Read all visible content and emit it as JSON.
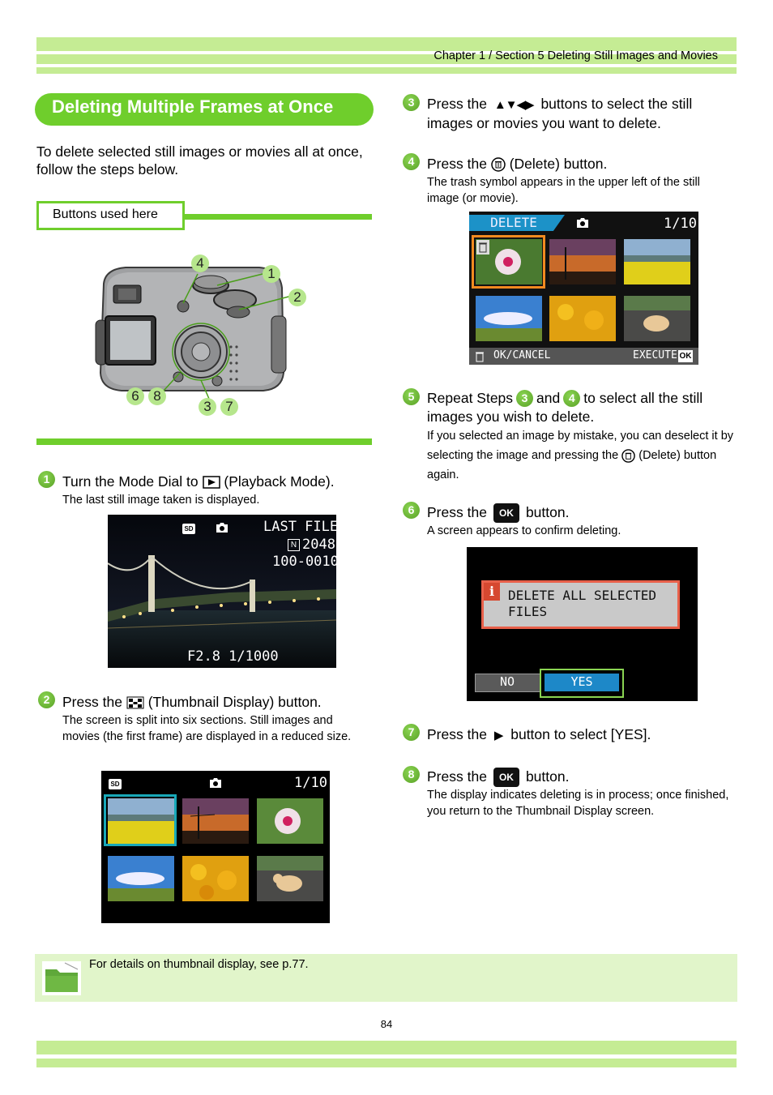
{
  "header": {
    "chapter": "Chapter  1 / Section 5  Deleting Still Images and Movies"
  },
  "title": "Deleting Multiple Frames at Once",
  "intro": "To delete selected still images or movies all at once, follow the steps below.",
  "buttons_used": "Buttons used here",
  "camera_labels": [
    "4",
    "1",
    "2",
    "6",
    "8",
    "3",
    "7"
  ],
  "steps": {
    "s1": {
      "num": "1",
      "pre": "Turn the Mode Dial to",
      "post": "(Playback Mode).",
      "sub": "The last still image taken is displayed."
    },
    "s2": {
      "num": "2",
      "pre": "Press the",
      "post": "(Thumbnail Display) button.",
      "sub": "The screen is split into six sections. Still images and movies (the first frame) are displayed in a reduced size."
    },
    "s3": {
      "num": "3",
      "pre": "Press the",
      "arrows": "▲▼◀▶",
      "post": "buttons to select the still images or movies you want to delete."
    },
    "s4": {
      "num": "4",
      "pre": "Press the",
      "post": "(Delete) button.",
      "sub": "The trash symbol appears in the upper left of the still image (or movie)."
    },
    "s5": {
      "num": "5",
      "pre": "Repeat Steps",
      "ref1": "3",
      "mid": "and",
      "ref2": "4",
      "post": "to select all the still images you wish to delete.",
      "sub_pre": "If you selected an image by mistake, you can deselect it by selecting the image and pressing the",
      "sub_post": "(Delete) button again."
    },
    "s6": {
      "num": "6",
      "pre": "Press the",
      "ok": "OK",
      "post": "button.",
      "sub": "A screen appears to confirm deleting."
    },
    "s7": {
      "num": "7",
      "pre": "Press the",
      "arrow": "▶",
      "post": "button to select [YES]."
    },
    "s8": {
      "num": "8",
      "pre": "Press the",
      "ok": "OK",
      "post": "button.",
      "sub": "The display indicates deleting is in process; once finished, you return to the Thumbnail Display screen."
    }
  },
  "screen1": {
    "sd": "SD",
    "line1": "LAST FILE",
    "n": "N",
    "line2": "2048",
    "line3": "100-0010",
    "bottom": "F2.8 1/1000"
  },
  "screen2": {
    "sd": "SD",
    "count": "1/10"
  },
  "screen3": {
    "mode": "DELETE",
    "count": "1/10",
    "okcancel": "OK/CANCEL",
    "execute": "EXECUTE",
    "ok": "OK"
  },
  "screen4": {
    "line1": "DELETE ALL SELECTED",
    "line2": "FILES",
    "no": "NO",
    "yes": "YES",
    "info": "i"
  },
  "note": "For details on thumbnail display, see p.77.",
  "page_number": "84",
  "colors": {
    "accent": "#6fce2c",
    "light_bar": "#c5ec94",
    "note_bg": "#e1f5ca"
  }
}
